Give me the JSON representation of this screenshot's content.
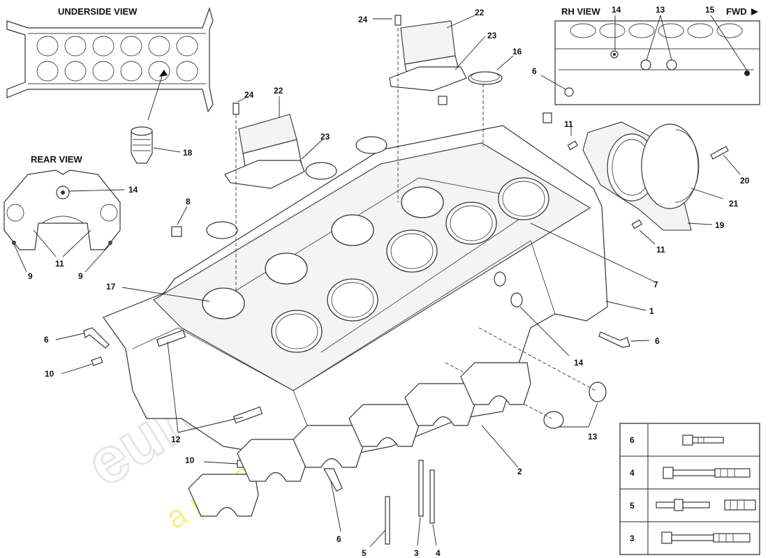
{
  "views": {
    "underside": "UNDERSIDE  VIEW",
    "rear": "REAR  VIEW",
    "rh": "RH  VIEW",
    "fwd": "FWD"
  },
  "callouts": {
    "c24_top": "24",
    "c22_top": "22",
    "c23_top": "23",
    "c16": "16",
    "c18": "18",
    "c24_mid": "24",
    "c22_mid": "22",
    "c23_mid": "23",
    "c14_rear": "14",
    "c11_rear": "11",
    "c9_left": "9",
    "c9_right": "9",
    "c8": "8",
    "c17": "17",
    "c6_left": "6",
    "c10_left": "10",
    "c12": "12",
    "c10_bottom": "10",
    "c6_bottom": "6",
    "c5": "5",
    "c3": "3",
    "c4": "4",
    "c2": "2",
    "c13_bottom": "13",
    "c14_mid": "14",
    "c6_right": "6",
    "c1": "1",
    "c7": "7",
    "c11_mid": "11",
    "c11_top": "11",
    "c19": "19",
    "c21": "21",
    "c20": "20",
    "c14_rh": "14",
    "c13_rh": "13",
    "c15": "15",
    "c6_rh": "6"
  },
  "legend": [
    {
      "num": "6",
      "icon": "short-flange-bolt-icon"
    },
    {
      "num": "4",
      "icon": "long-flange-bolt-icon"
    },
    {
      "num": "5",
      "icon": "stud-icon"
    },
    {
      "num": "3",
      "icon": "threaded-bolt-icon"
    }
  ],
  "watermark": {
    "brand": "eurospares",
    "tagline": "a passion for parts since 1985"
  }
}
